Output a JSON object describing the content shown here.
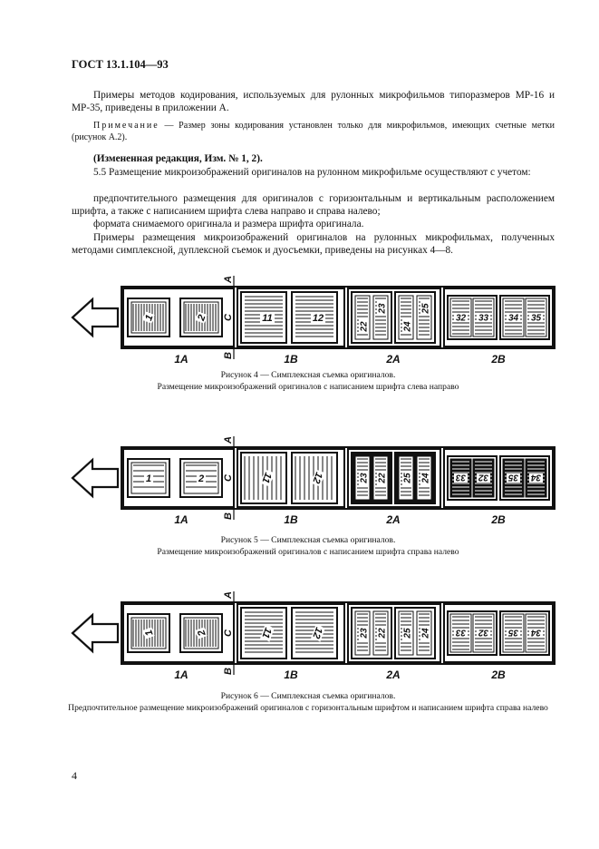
{
  "header": "ГОСТ 13.1.104—93",
  "para1": "Примеры методов кодирования, используемых для рулонных микрофильмов типоразмеров МР-16 и МР-35, приведены в приложении А.",
  "note_label": "Примечание",
  "note_text": " — Размер зоны кодирования установлен только для микрофильмов, имеющих счетные метки (рисунок А.2).",
  "amend": "(Измененная редакция, Изм. № 1, 2).",
  "p55": "5.5 Размещение микроизображений оригиналов на рулонном микрофильме осуществляют с учетом:",
  "bullet1": "предпочтительного размещения для оригиналов с горизонтальным и вертикальным расположением шрифта, а также с написанием шрифта слева направо и справа налево;",
  "bullet2": "формата снимаемого оригинала и размера шрифта оригинала.",
  "examples": "Примеры размещения микроизображений оригиналов на рулонных микрофильмах, полученных методами симплексной, дуплексной съемок и дуосъемки, приведены на рисунках 4—8.",
  "fig_labels": {
    "dims": [
      "A",
      "C",
      "B"
    ],
    "groups": [
      "1A",
      "1B",
      "2A",
      "2B"
    ],
    "nums_1A": [
      "1",
      "2"
    ],
    "nums_1B": [
      "11",
      "12"
    ],
    "nums_2A": [
      "22",
      "23",
      "24",
      "25"
    ],
    "nums_2B": [
      "32",
      "33",
      "34",
      "35"
    ]
  },
  "fig4_caption_1": "Рисунок 4 — Симплексная съемка оригиналов.",
  "fig4_caption_2": "Размещение микроизображений оригиналов с написанием шрифта слева направо",
  "fig5_caption_1": "Рисунок 5 — Симплексная съемка оригиналов.",
  "fig5_caption_2": "Размещение микроизображений оригиналов с написанием шрифта справа налево",
  "fig6_caption_1": "Рисунок 6 — Симплексная съемка оригиналов.",
  "fig6_caption_2": "Предпочтительное размещение микроизображений оригиналов с горизонтальным шрифтом и написанием шрифта справа налево",
  "page_number": "4"
}
